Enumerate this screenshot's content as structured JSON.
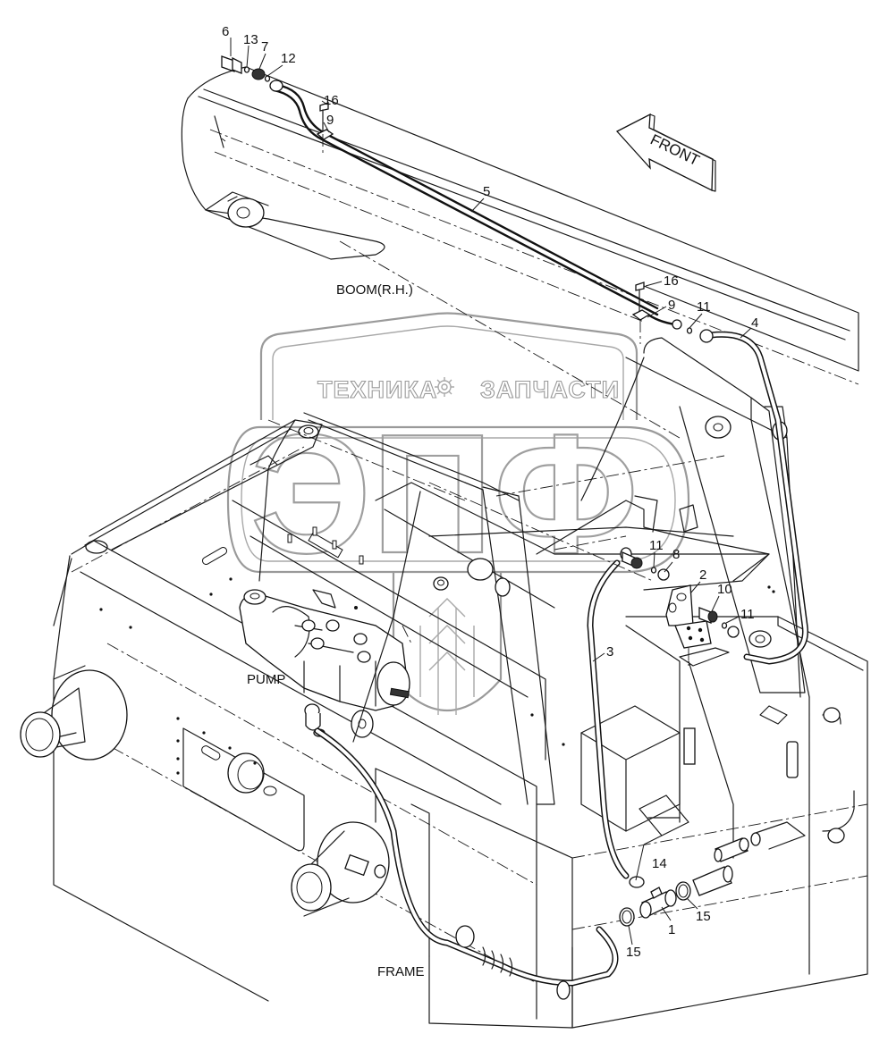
{
  "diagram": {
    "title": "Hydraulic piping - boom (R.H.) to pump",
    "direction_indicator": {
      "label": "FRONT",
      "icon": "front-arrow-icon"
    },
    "assembly_labels": {
      "boom": "BOOM(R.H.)",
      "pump": "PUMP",
      "frame": "FRAME"
    },
    "watermark": {
      "top_left": "ТЕХНИКА",
      "top_right": "ЗАПЧАСТИ",
      "gear_icon": "gear-icon",
      "monogram": "ЭПФ"
    },
    "callouts": [
      {
        "id": "c6",
        "number": "6"
      },
      {
        "id": "c13",
        "number": "13"
      },
      {
        "id": "c7",
        "number": "7"
      },
      {
        "id": "c12",
        "number": "12"
      },
      {
        "id": "c16a",
        "number": "16"
      },
      {
        "id": "c9a",
        "number": "9"
      },
      {
        "id": "c5",
        "number": "5"
      },
      {
        "id": "c16b",
        "number": "16"
      },
      {
        "id": "c9b",
        "number": "9"
      },
      {
        "id": "c11a",
        "number": "11"
      },
      {
        "id": "c4",
        "number": "4"
      },
      {
        "id": "c11b",
        "number": "11"
      },
      {
        "id": "c8",
        "number": "8"
      },
      {
        "id": "c2",
        "number": "2"
      },
      {
        "id": "c10",
        "number": "10"
      },
      {
        "id": "c11c",
        "number": "11"
      },
      {
        "id": "c3",
        "number": "3"
      },
      {
        "id": "c14",
        "number": "14"
      },
      {
        "id": "c15a",
        "number": "15"
      },
      {
        "id": "c1",
        "number": "1"
      },
      {
        "id": "c15b",
        "number": "15"
      }
    ]
  }
}
